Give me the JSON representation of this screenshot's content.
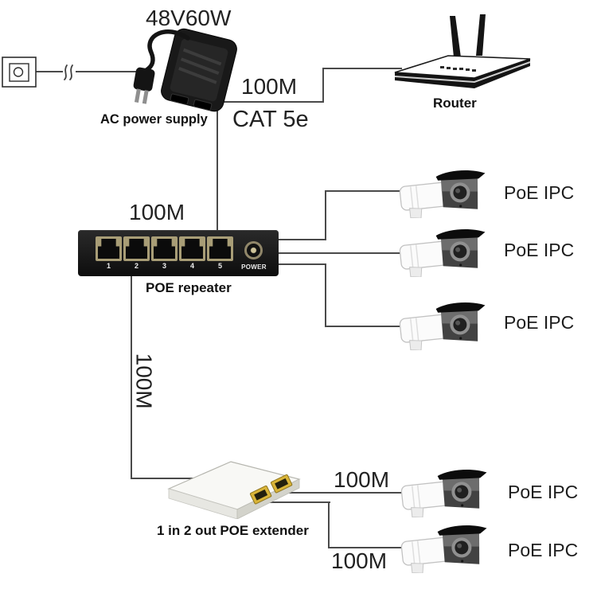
{
  "labels": {
    "power_rating": "48V60W",
    "ac_supply": "AC power supply",
    "uplink_distance": "100M",
    "uplink_cable": "CAT 5e",
    "router": "Router",
    "repeater_distance": "100M",
    "repeater": "POE repeater",
    "repeater_power": "POWER",
    "repeater_ports": [
      "1",
      "2",
      "3",
      "4",
      "5"
    ],
    "trunk_distance": "100M",
    "extender": "1 in 2 out POE extender",
    "extender_out1_distance": "100M",
    "extender_out2_distance": "100M",
    "camera": [
      "PoE IPC",
      "PoE IPC",
      "PoE IPC",
      "PoE IPC",
      "PoE IPC"
    ]
  },
  "colors": {
    "line": "#4a4a4a",
    "port_bezel": "#a89d76",
    "extender_port": "#d9b438",
    "text": "#1d1d1d"
  }
}
